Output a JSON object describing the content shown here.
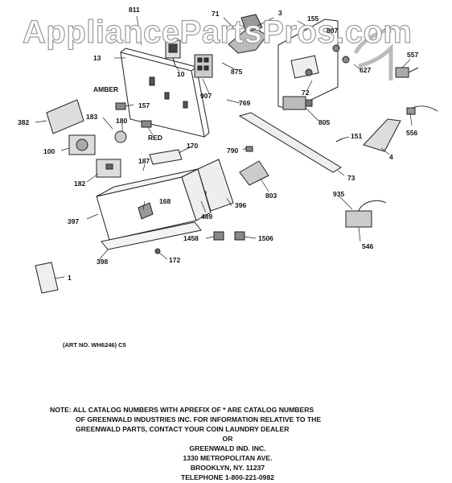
{
  "watermark": "AppliancePartsPros.com",
  "art_number": "(ART NO. WH6246) C5",
  "callouts": {
    "c811": "811",
    "c71": "71",
    "c3": "3",
    "c155": "155",
    "c807": "807",
    "c557": "557",
    "c13": "13",
    "c10": "10",
    "c875": "875",
    "c627": "627",
    "c72": "72",
    "c907": "907",
    "c769": "769",
    "c805": "805",
    "c556": "556",
    "camber": "AMBER",
    "c157": "157",
    "c382": "382",
    "c183": "183",
    "c180": "180",
    "cred": "RED",
    "c151": "151",
    "c4": "4",
    "c170": "170",
    "c790": "790",
    "c100": "100",
    "c187": "187",
    "c182": "182",
    "c73": "73",
    "c803": "803",
    "c935": "935",
    "c168": "168",
    "c397": "397",
    "c489": "489",
    "c396": "396",
    "c546": "546",
    "c1458": "1458",
    "c1506": "1506",
    "c398": "398",
    "c172": "172",
    "c1": "1"
  },
  "note": {
    "line1": "NOTE: ALL CATALOG NUMBERS WITH APREFIX OF * ARE CATALOG NUMBERS",
    "line2": "OF GREENWALD INDUSTRIES INC. FOR INFORMATION RELATIVE TO THE",
    "line3": "GREENWALD PARTS, CONTACT YOUR COIN LAUNDRY DEALER",
    "line4": "OR",
    "line5": "GREENWALD IND. INC.",
    "line6": "1330 METROPOLITAN AVE.",
    "line7": "BROOKLYN, NY. 11237",
    "line8": "TELEPHONE 1-800-221-0982"
  }
}
